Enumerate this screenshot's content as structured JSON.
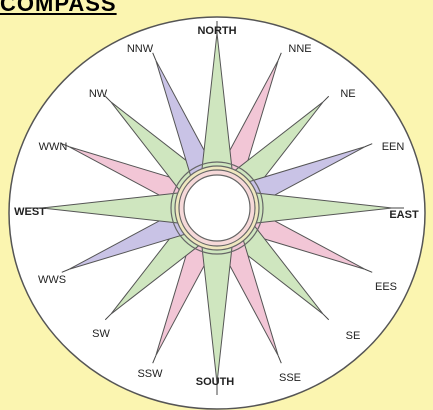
{
  "title": "COMPASS",
  "colors": {
    "background": "#fbf5b0",
    "disc": "#ffffff",
    "cardinal_fill": "#cfe6bf",
    "pink_fill": "#f2c6d6",
    "purple_fill": "#c9c3e6",
    "outline": "#555555"
  },
  "labels": {
    "north": "NORTH",
    "nne": "NNE",
    "ne": "NE",
    "een": "EEN",
    "east": "EAST",
    "ees": "EES",
    "se": "SE",
    "sse": "SSE",
    "south": "SOUTH",
    "ssw": "SSW",
    "sw": "SW",
    "wws": "WWS",
    "west": "WEST",
    "wwn": "WWN",
    "nw": "NW",
    "nnw": "NNW"
  }
}
